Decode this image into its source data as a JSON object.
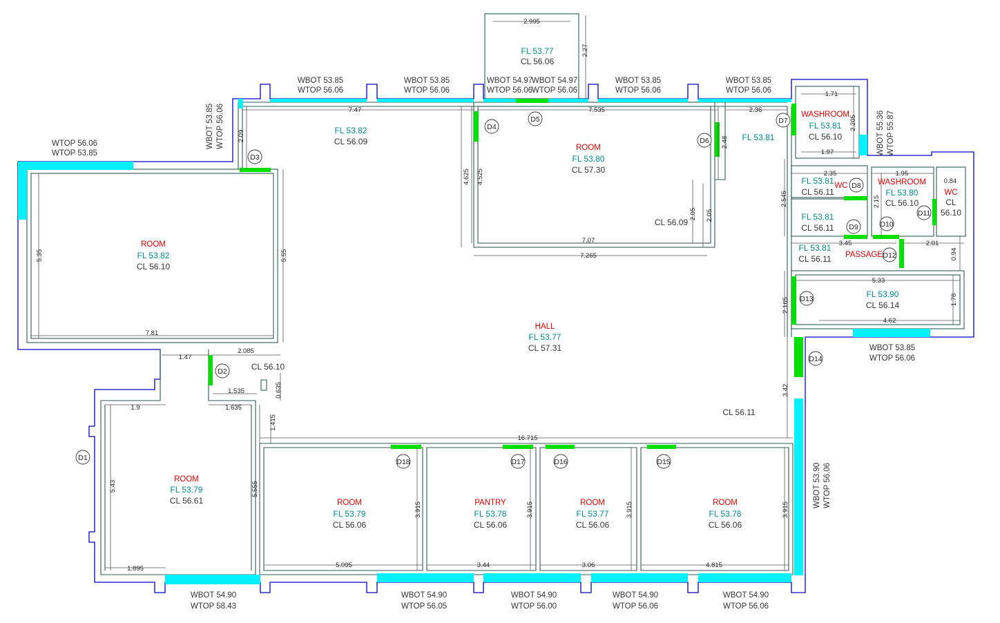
{
  "colors": {
    "outer_wall": "#0000cc",
    "inner_wall": "#2b5b57",
    "window": "#00f0ff",
    "door": "#00e000",
    "room_name": "#e00000",
    "floor_level": "#008a8a",
    "ceiling_level": "#333333"
  },
  "rooms": {
    "r_left": {
      "name": "ROOM",
      "fl": "FL  53.82",
      "cl": "CL  56.10"
    },
    "r_top": {
      "name": "ROOM",
      "fl": "FL  53.80",
      "cl": "CL  57.30"
    },
    "hall": {
      "name": "HALL",
      "fl": "FL  53.77",
      "cl": "CL  57.31"
    },
    "r_bl": {
      "name": "ROOM",
      "fl": "FL  53.79",
      "cl": "CL  56.61"
    },
    "r_b1": {
      "name": "ROOM",
      "fl": "FL  53.79",
      "cl": "CL  56.06"
    },
    "pantry": {
      "name": "PANTRY",
      "fl": "FL  53.78",
      "cl": "CL  56.06"
    },
    "r_b3": {
      "name": "ROOM",
      "fl": "FL  53.77",
      "cl": "CL  56.06"
    },
    "r_b4": {
      "name": "ROOM",
      "fl": "FL  53.78",
      "cl": "CL  56.06"
    },
    "washroom1": {
      "name": "WASHROOM",
      "fl": "FL  53.81",
      "cl": "CL  56.10"
    },
    "washroom2": {
      "name": "WASHROOM",
      "fl": "FL  53.80",
      "cl": "CL  56.10"
    },
    "wc1": {
      "name": "WC",
      "fl": "FL  53.81",
      "cl": "CL  56.11"
    },
    "wc2": {
      "name": "WC",
      "cl1": "CL",
      "cl2": "56.10"
    },
    "bay": {
      "fl": "FL  53.77",
      "cl": "CL  56.06"
    },
    "r_right": {
      "fl": "FL  53.90",
      "cl": "CL  56.14"
    },
    "passage": {
      "name": "PASSAGE",
      "fl": "FL  53.81",
      "cl": "CL  56.11"
    },
    "ws_lobby": {
      "fl": "FL  53.81"
    },
    "d9room": {
      "fl": "FL  53.81",
      "cl": "CL  56.11"
    }
  },
  "hall_labels": {
    "fl_top": "FL  53.82",
    "cl_top": "CL  56.09",
    "cl_right": "CL  56.11",
    "cl_mid": "CL  56.10",
    "cl_room": "CL  56.09"
  },
  "windows": {
    "top1": {
      "wbot": "WBOT  53.85",
      "wtop": "WTOP  56.06"
    },
    "top2": {
      "wbot": "WBOT  53.85",
      "wtop": "WTOP  56.06"
    },
    "top3a": {
      "wbot": "WBOT  54.97",
      "wtop": "WTOP  56.06"
    },
    "top3b": {
      "wbot": "WBOT  54.97",
      "wtop": "WTOP  56.06"
    },
    "top4": {
      "wbot": "WBOT  53.85",
      "wtop": "WTOP  56.06"
    },
    "top5": {
      "wbot": "WBOT  53.85",
      "wtop": "WTOP  56.06"
    },
    "left_top": {
      "wtop": "WTOP  56.06",
      "wtop2": "WTOP  53.85"
    },
    "left_vert": {
      "wbot": "WBOT  53.85",
      "wtop": "WTOP  56.06"
    },
    "ws_vert": {
      "wbot": "WBOT  55.36",
      "wtop": "WTOP  55.87"
    },
    "right_room": {
      "wbot": "WBOT  53.85",
      "wtop": "WTOP  56.06"
    },
    "right_vert": {
      "wbot": "WBOT  53.90",
      "wtop": "WTOP  56.06"
    },
    "bot1": {
      "wbot": "WBOT  54.90",
      "wtop": "WTOP  58.43"
    },
    "bot2": {
      "wbot": "WBOT  54.90",
      "wtop": "WTOP  56.05"
    },
    "bot3": {
      "wbot": "WBOT  54.90",
      "wtop": "WTOP  56.00"
    },
    "bot4": {
      "wbot": "WBOT  54.90",
      "wtop": "WTOP  56.06"
    },
    "bot5": {
      "wbot": "WBOT  54.90",
      "wtop": "WTOP  56.06"
    }
  },
  "doors": [
    "D1",
    "D2",
    "D3",
    "D4",
    "D5",
    "D6",
    "D7",
    "D8",
    "D9",
    "D10",
    "D11",
    "D12",
    "D13",
    "D14",
    "D15",
    "D16",
    "D17",
    "D18"
  ],
  "dims": {
    "d2995": "2.995",
    "d227": "2.27",
    "d747": "7.47",
    "d7535": "7.535",
    "d236": "2.36",
    "d209": "2.09",
    "d4625": "4.625",
    "d4525": "4.525",
    "d248": "2.48",
    "d205a": "2.05",
    "d205b": "2.05",
    "d707": "7.07",
    "d7265": "7.265",
    "d535": "5.35",
    "d555": "5.55",
    "d781": "7.81",
    "d147": "1.47",
    "d2085": "2.085",
    "d1535": "1.535",
    "d0635": "0.635",
    "d1635": "1.635",
    "d19": "1.9",
    "d543": "5.43",
    "d5555": "5.555",
    "d1895": "1.895",
    "d1415": "1.415",
    "d16715": "16.715",
    "d5095": "5.095",
    "d344": "3.44",
    "d306": "3.06",
    "d4815": "4.815",
    "d3915a": "3.915",
    "d3915b": "3.915",
    "d3915c": "3.915",
    "d3915d": "3.915",
    "d342": "3.42",
    "d171": "1.71",
    "d2205": "2.205",
    "d197": "1.97",
    "d235": "2.35",
    "d195": "1.95",
    "d084": "0.84",
    "d2545": "2.545",
    "d215": "2.15",
    "d345": "3.45",
    "d201": "2.01",
    "d094": "0.94",
    "d533": "5.33",
    "d178": "1.78",
    "d2165": "2.165",
    "d462": "4.62"
  }
}
